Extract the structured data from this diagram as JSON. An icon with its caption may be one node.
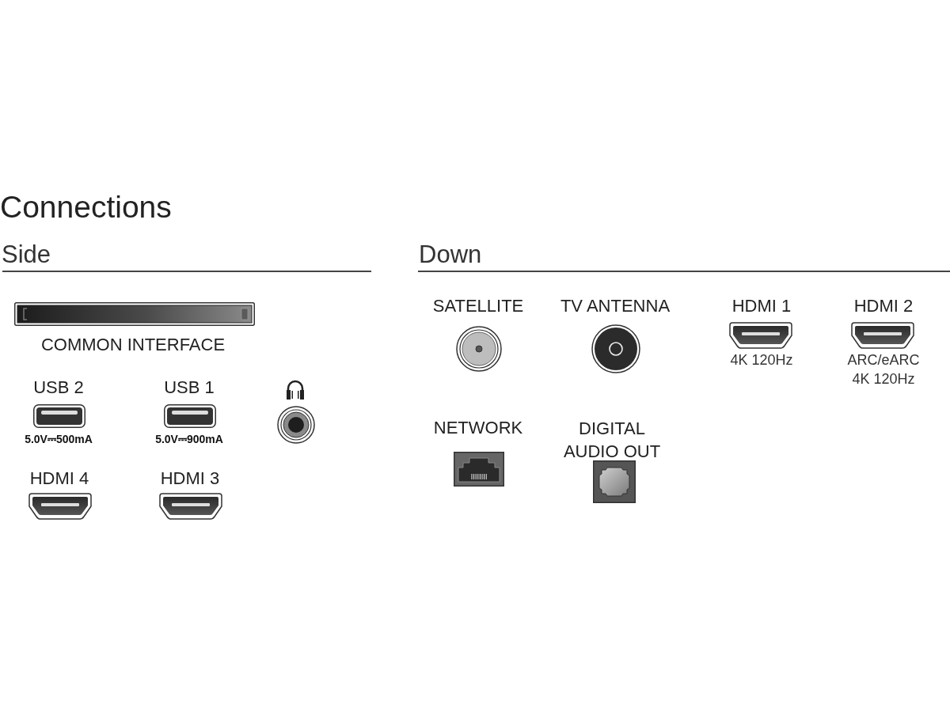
{
  "diagram": {
    "title": "Connections",
    "labels": [
      "Side",
      "COMMON INTERFACE",
      "USB 2",
      "USB 1",
      "5.0V⎓500mA",
      "5.0V⎓900mA",
      "HDMI 4",
      "HDMI 3",
      "Down",
      "SATELLITE",
      "TV ANTENNA",
      "HDMI 1",
      "HDMI 2",
      "4K 120Hz",
      "ARC/eARC",
      "4K 120Hz",
      "NETWORK",
      "DIGITAL AUDIO OUT"
    ]
  }
}
